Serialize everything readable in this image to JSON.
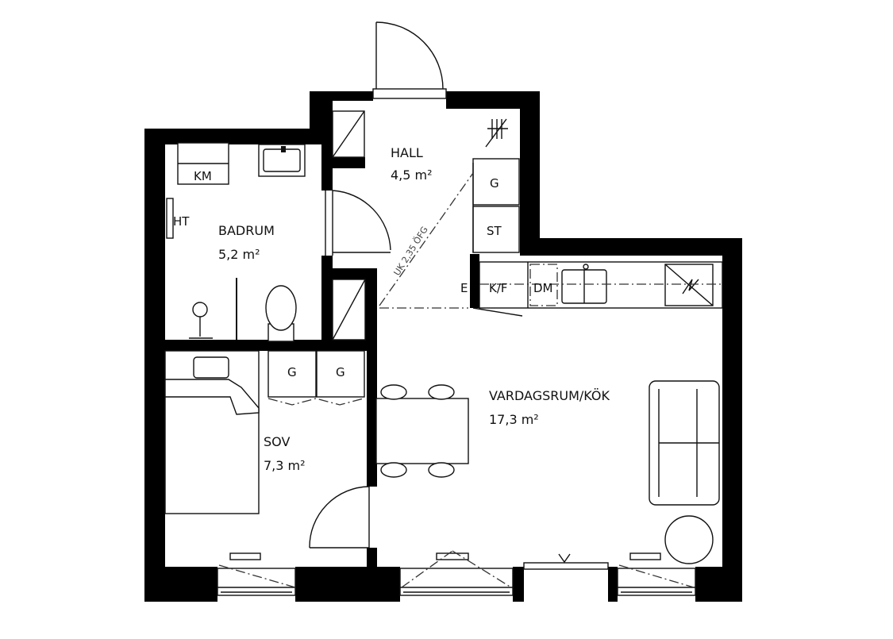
{
  "rooms": {
    "hall": {
      "name": "HALL",
      "area": "4,5 m²"
    },
    "badrum": {
      "name": "BADRUM",
      "area": "5,2 m²"
    },
    "sov": {
      "name": "SOV",
      "area": "7,3 m²"
    },
    "vardagsrum": {
      "name": "VARDAGSRUM/KÖK",
      "area": "17,3 m²"
    }
  },
  "fixtures": {
    "km": "KM",
    "ht": "HT",
    "g": "G",
    "st": "ST",
    "e": "E",
    "kf": "K/F",
    "dm": "DM"
  },
  "annotations": {
    "ceiling_opening": "UK 2,35 ÖFG"
  }
}
